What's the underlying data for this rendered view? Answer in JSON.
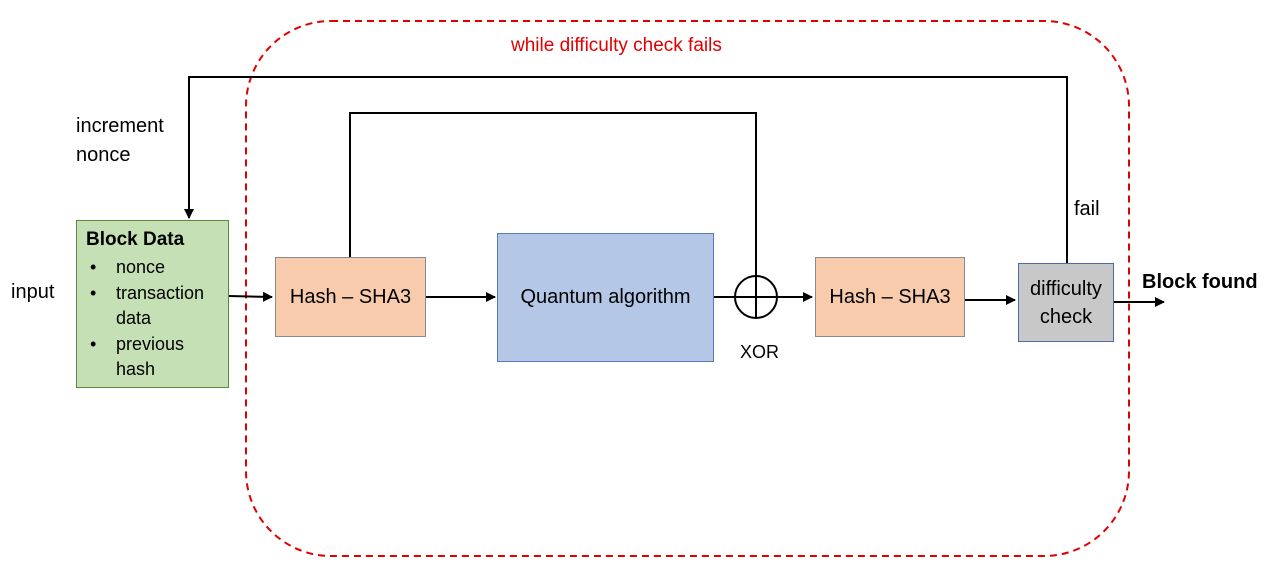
{
  "loop_label": "while difficulty check fails",
  "input_label": "input",
  "increment_label": "increment nonce",
  "fail_label": "fail",
  "xor_label": "XOR",
  "output_label": "Block found",
  "block_data": {
    "title": "Block Data",
    "items": [
      "nonce",
      "transaction data",
      "previous hash"
    ]
  },
  "hash_first": "Hash – SHA3",
  "quantum": "Quantum algorithm",
  "hash_second": "Hash – SHA3",
  "check": "difficulty check",
  "colors": {
    "loop": "#e00000",
    "block_data": "#c5e0b4",
    "hash": "#f8cbad",
    "quantum": "#b4c7e7",
    "check": "#c8c8c8"
  }
}
